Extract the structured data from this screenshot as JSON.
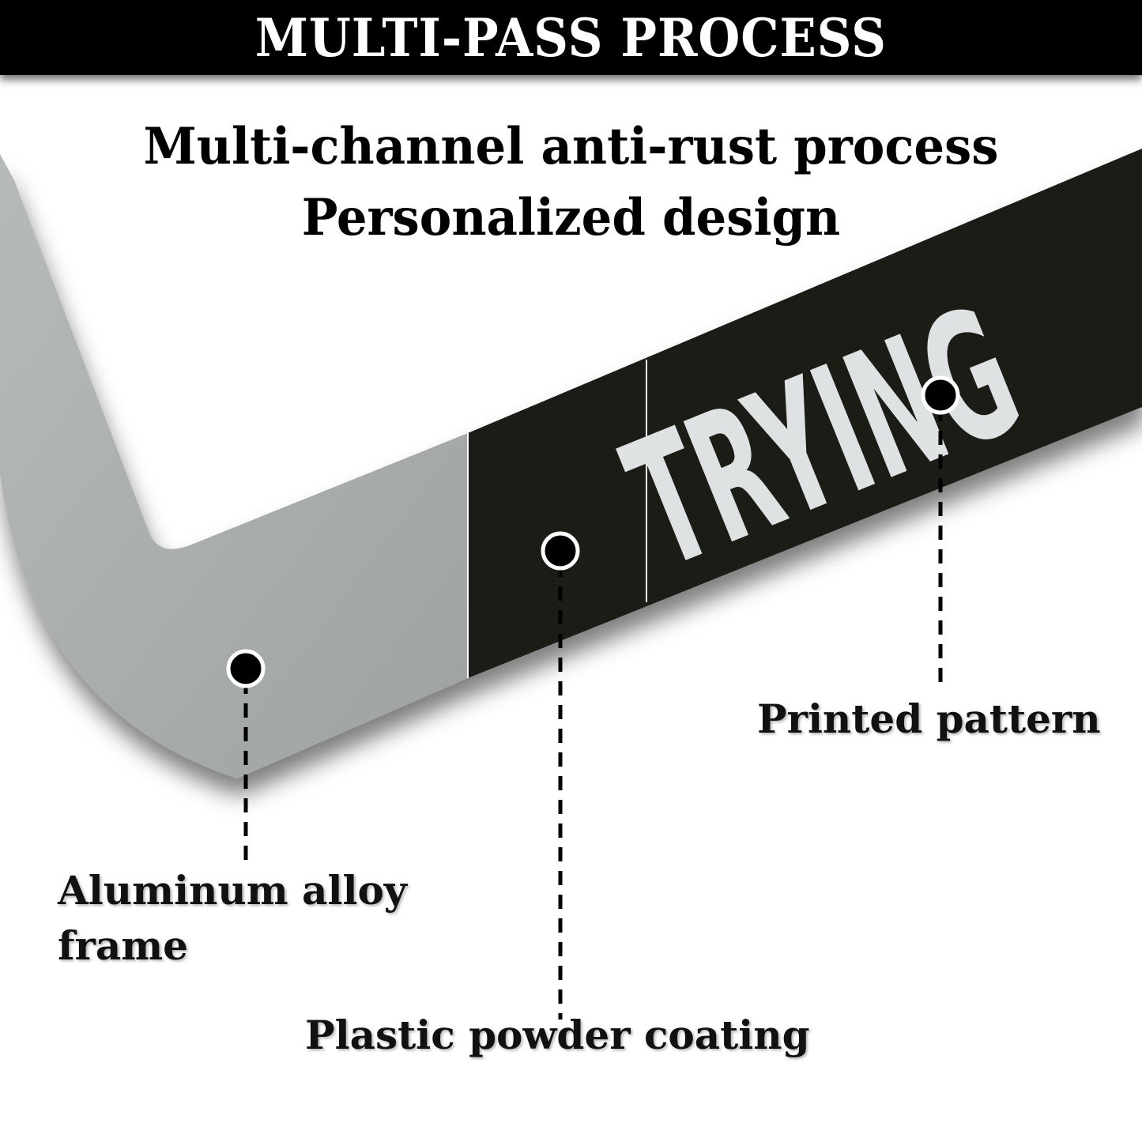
{
  "banner": {
    "title": "MULTI-PASS PROCESS"
  },
  "headline": {
    "line1": "Multi-channel anti-rust process",
    "line2": "Personalized design"
  },
  "frame": {
    "printed_text": "TRYING",
    "colors": {
      "aluminum": "#a9adab",
      "coating": "#1c1a19",
      "print": "#dfe2e2"
    }
  },
  "callouts": [
    {
      "label": "Aluminum alloy",
      "label2": "frame"
    },
    {
      "label": "Plastic powder coating"
    },
    {
      "label": "Printed pattern"
    }
  ]
}
